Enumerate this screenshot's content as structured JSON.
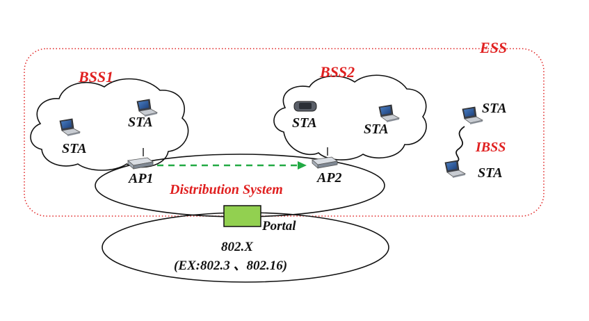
{
  "ess": {
    "label": "ESS"
  },
  "bss1": {
    "label": "BSS1",
    "sta_labels": [
      "STA",
      "STA"
    ],
    "ap_label": "AP1"
  },
  "bss2": {
    "label": "BSS2",
    "sta_labels": [
      "STA",
      "STA"
    ],
    "ap_label": "AP2"
  },
  "ibss": {
    "label": "IBSS",
    "sta_labels": [
      "STA",
      "STA"
    ]
  },
  "distribution_system": {
    "label": "Distribution System"
  },
  "portal": {
    "label": "Portal"
  },
  "lan": {
    "line1": "802.X",
    "line2": "(EX:802.3 、802.16)"
  },
  "colors": {
    "red": "#e02020",
    "portal_fill": "#92d050",
    "link": "#22aa44"
  },
  "icons": {
    "station": "laptop-icon",
    "access_point": "access-point-icon",
    "handheld": "pda-icon"
  }
}
